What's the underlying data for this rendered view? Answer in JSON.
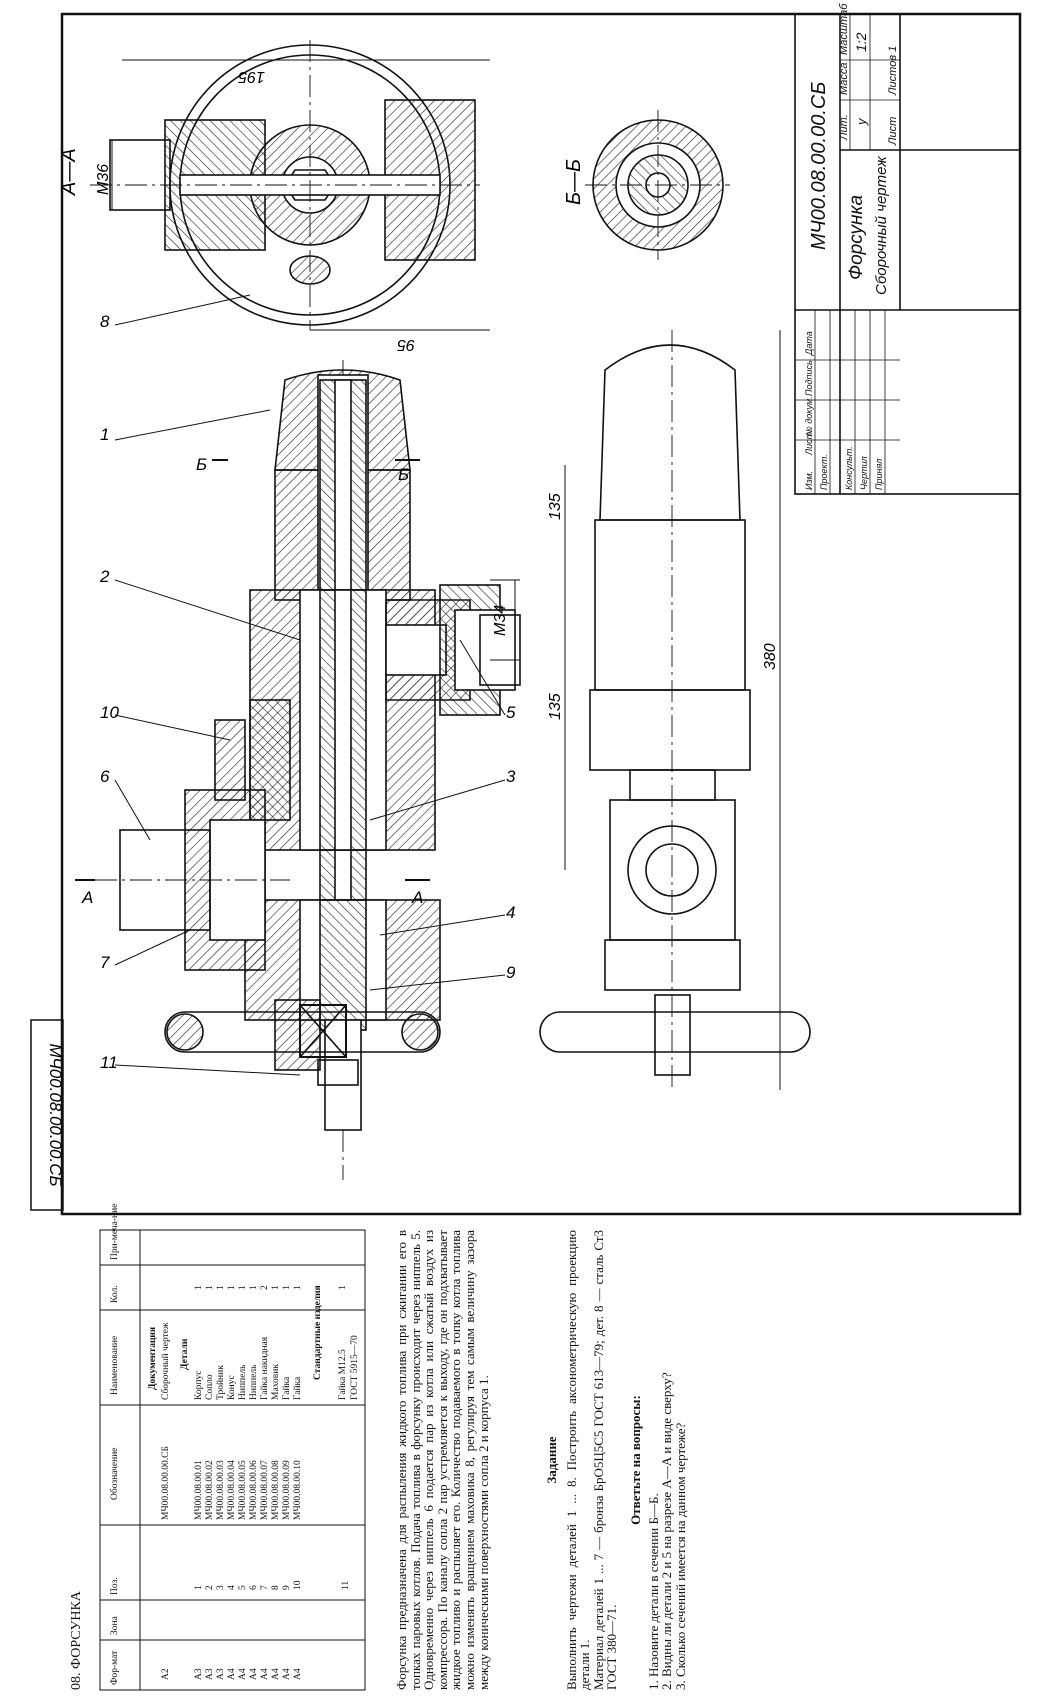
{
  "page_heading": "08. ФОРСУНКА",
  "drawing_code_corner": "МЧ00.08.00.00.СБ",
  "views": {
    "section_aa": "А—А",
    "section_bb": "Б—Б",
    "cut_a": "А",
    "cut_b": "Б"
  },
  "dimensions": {
    "d195": "195",
    "d95": "95",
    "m36": "М36",
    "m34": "М34",
    "d135a": "135",
    "d135b": "135",
    "d380": "380"
  },
  "leaders": [
    "1",
    "2",
    "3",
    "4",
    "5",
    "6",
    "7",
    "8",
    "9",
    "10",
    "11"
  ],
  "title_block": {
    "code": "МЧ00.08.00.00.СБ",
    "name": "Форсунка",
    "subname": "Сборочный чертеж",
    "lit_label": "Лит.",
    "massa_label": "Масса",
    "masshtab_label": "Масштаб",
    "lit_value": "у",
    "scale_value": "1:2",
    "sheet_label": "Лист",
    "sheets_label": "Листов 1",
    "rows": [
      "Изм.",
      "Лист",
      "№ докум.",
      "Подпись",
      "Дата"
    ],
    "roles": [
      "Проект.",
      "Консульт.",
      "Чертил",
      "Принял"
    ]
  },
  "spec_table": {
    "headers": [
      "Фор-мат",
      "Зона",
      "Поз.",
      "Обозначение",
      "Наименование",
      "Кол.",
      "При-меча-ние"
    ],
    "sections": {
      "docs": "Документация",
      "details": "Детали",
      "standard": "Стандартные изделия"
    },
    "doc_row": {
      "format": "А2",
      "designation": "МЧ00.08.00.00.СБ",
      "name": "Сборочный чертеж"
    },
    "detail_rows": [
      {
        "format": "А3",
        "pos": "1",
        "designation": "МЧ00.08.00.01",
        "name": "Корпус",
        "qty": "1"
      },
      {
        "format": "А3",
        "pos": "2",
        "designation": "МЧ00.08.00.02",
        "name": "Сопло",
        "qty": "1"
      },
      {
        "format": "А3",
        "pos": "3",
        "designation": "МЧ00.08.00.03",
        "name": "Тройник",
        "qty": "1"
      },
      {
        "format": "А4",
        "pos": "4",
        "designation": "МЧ00.08.00.04",
        "name": "Конус",
        "qty": "1"
      },
      {
        "format": "А4",
        "pos": "5",
        "designation": "МЧ00.08.00.05",
        "name": "Ниппель",
        "qty": "1"
      },
      {
        "format": "А4",
        "pos": "6",
        "designation": "МЧ00.08.00.06",
        "name": "Ниппель",
        "qty": "1"
      },
      {
        "format": "А4",
        "pos": "7",
        "designation": "МЧ00.08.00.07",
        "name": "Гайка накидная",
        "qty": "2"
      },
      {
        "format": "А4",
        "pos": "8",
        "designation": "МЧ00.08.00.08",
        "name": "Маховик",
        "qty": "1"
      },
      {
        "format": "А4",
        "pos": "9",
        "designation": "МЧ00.08.00.09",
        "name": "Гайка",
        "qty": "1"
      },
      {
        "format": "А4",
        "pos": "10",
        "designation": "МЧ00.08.00.10",
        "name": "Гайка",
        "qty": "1"
      }
    ],
    "std_row": {
      "pos": "11",
      "name": "Гайка М12.5",
      "name2": "ГОСТ 5915—70",
      "qty": "1"
    }
  },
  "description": "Форсунка предназначена для распыления жидкого топлива при сжигании его в топках паровых котлов. Подача топлива в форсунку происходит через ниппель 5. Одновременно через ниппель 6 подается пар из котла или сжатый воздух из компрессора. По каналу сопла 2 пар устремляется к выходу, где он подхватывает жидкое топливо и распыляет его. Количество подаваемого в топку котла топлива можно изменять вращением маховика 8, регулируя тем самым величину зазора между коническими поверхностями сопла 2 и корпуса 1.",
  "task": {
    "heading": "Задание",
    "text": "Выполнить чертежи деталей 1 ... 8. Построить аксонометрическую проекцию детали 1.",
    "material": "Материал деталей 1 ... 7 — бронза БрО5Ц5С5 ГОСТ 613—79; дет. 8 — сталь Ст3 ГОСТ 380—71."
  },
  "questions": {
    "heading": "Ответьте на вопросы:",
    "items": [
      "1. Назовите детали в сечении Б—Б.",
      "2. Видны ли детали 2 и 5 на разрезе А—А и виде сверху?",
      "3. Сколько сечений имеется на данном чертеже?"
    ]
  }
}
